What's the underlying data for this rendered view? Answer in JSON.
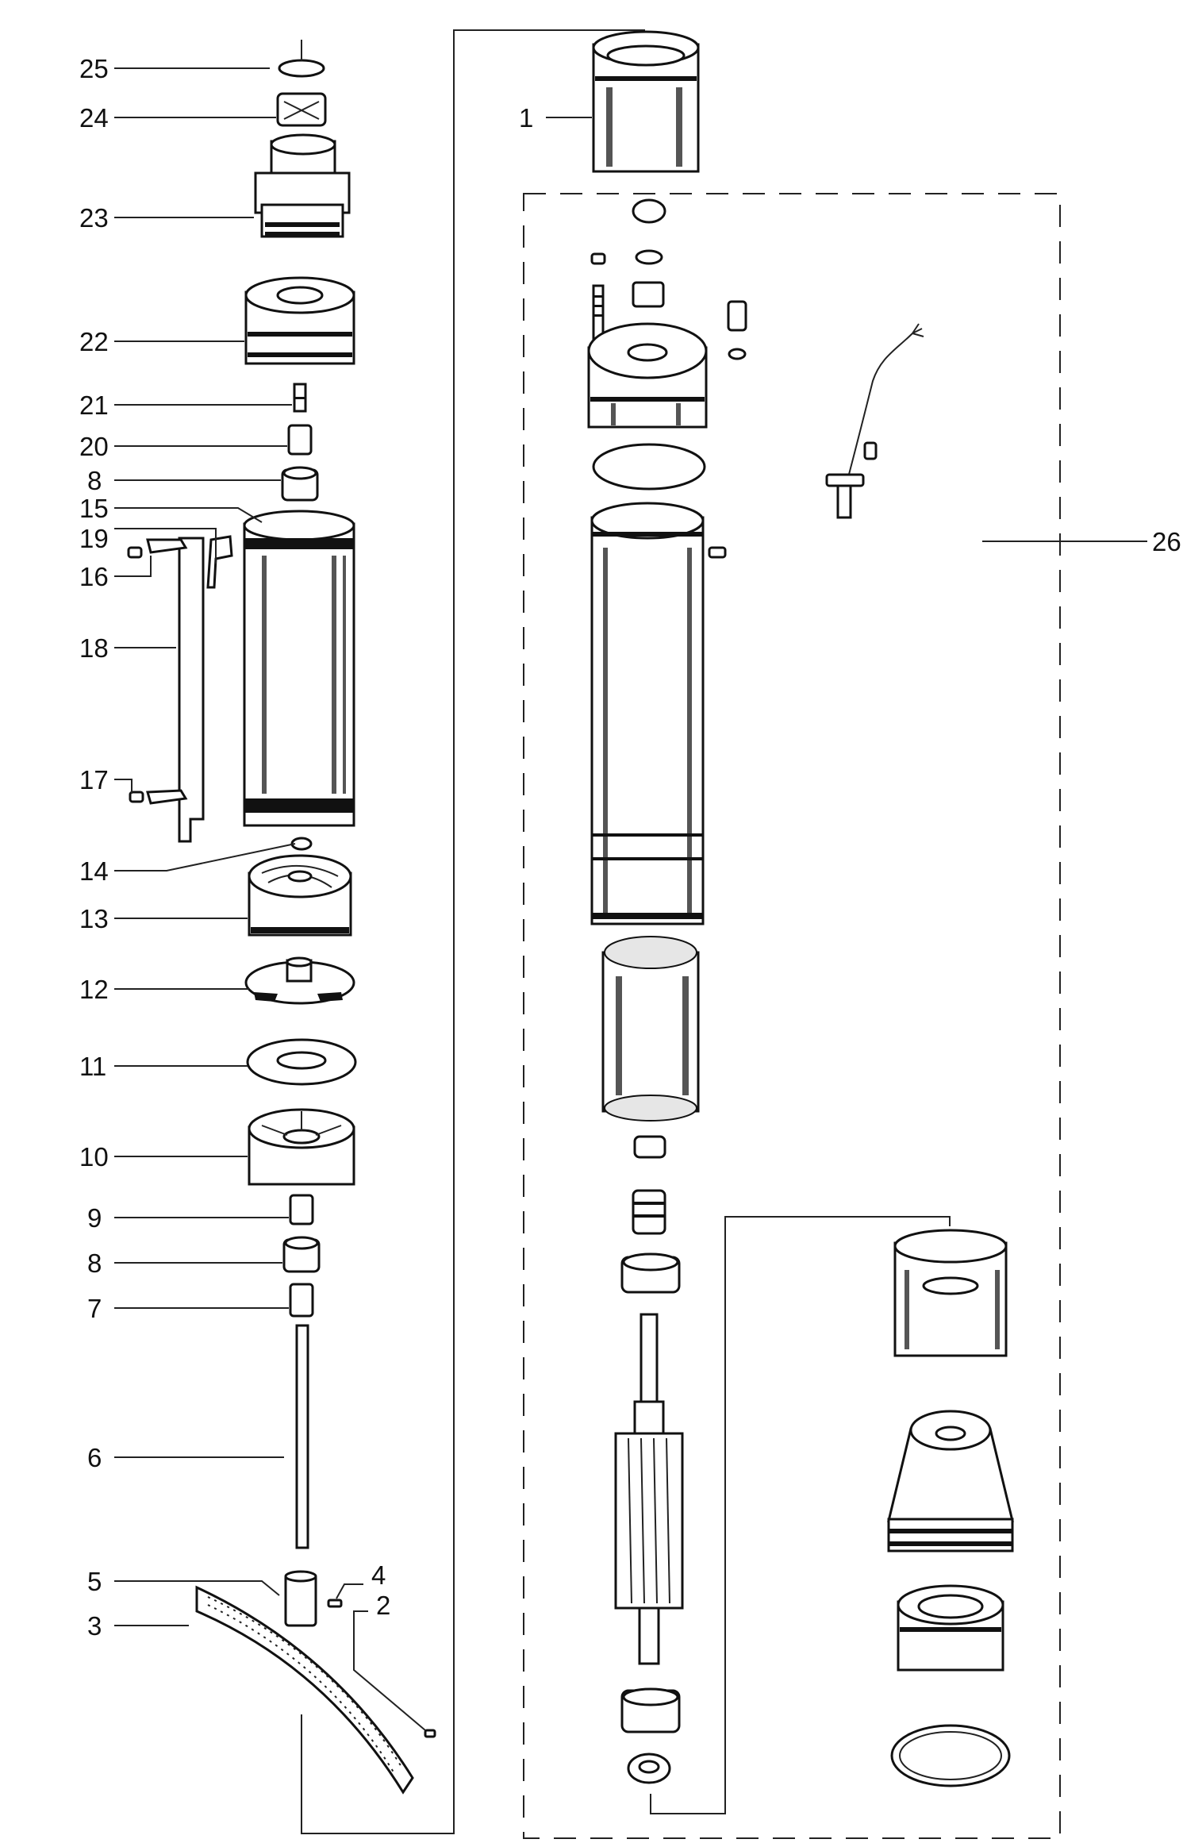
{
  "callouts": [
    "25",
    "24",
    "23",
    "22",
    "21",
    "20",
    "8",
    "15",
    "19",
    "16",
    "18",
    "17",
    "14",
    "13",
    "12",
    "11",
    "10",
    "9",
    "8",
    "7",
    "6",
    "5",
    "4",
    "2",
    "3",
    "1",
    "26"
  ],
  "colors": {
    "ink": "#111111",
    "paper": "#ffffff"
  }
}
